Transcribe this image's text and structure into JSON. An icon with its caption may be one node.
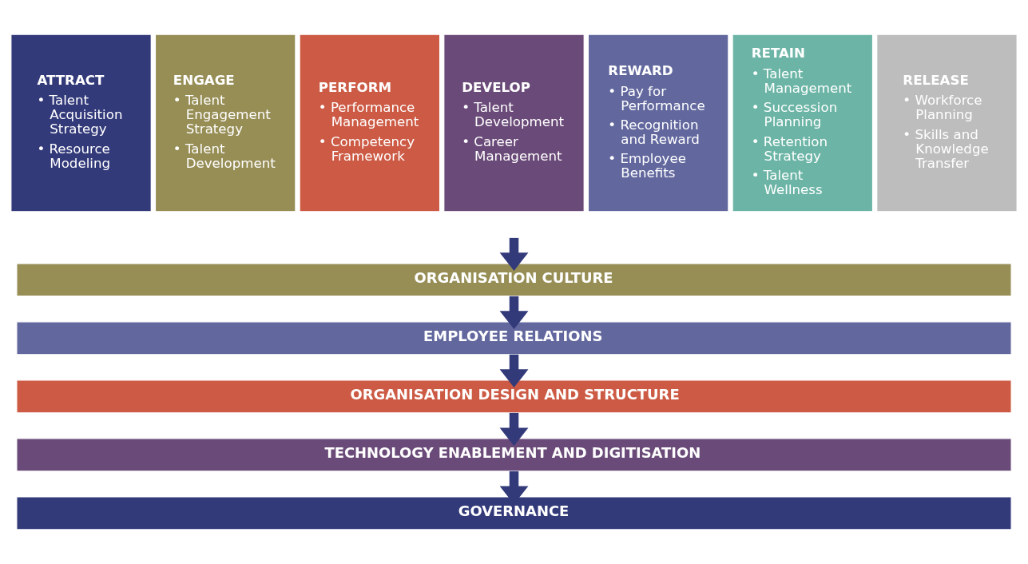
{
  "diagram": {
    "nodes": [
      {
        "text": [
          "ATTRACT",
          "• Talent Acquisition Strategy",
          "• Resource Modeling"
        ]
      },
      {
        "text": [
          "ENGAGE",
          "• Talent Engagement Strategy",
          "• Talent Development"
        ]
      },
      {
        "text": [
          "PERFORM",
          "• Performance Management",
          "• Competency Framework"
        ]
      },
      {
        "text": [
          "DEVELOP",
          "• Talent Development",
          "• Career Management"
        ]
      },
      {
        "text": [
          "REWARD",
          "• Pay for Performance",
          "• Recognition and Reward",
          "• Employee Benefits"
        ]
      },
      {
        "text": [
          "RETAIN",
          "• Talent Management",
          "• Succession Planning",
          "• Retention Strategy",
          "• Talent Wellness"
        ]
      },
      {
        "text": [
          "RELEASE",
          "• Workforce Planning",
          "• Skills and Knowledge Transfer"
        ]
      },
      {
        "text": [
          "ORGANISATION CULTURE"
        ]
      },
      {
        "text": [
          "EMPLOYEE RELATIONS"
        ]
      },
      {
        "text": [
          "ORGANISATION DESIGN AND STRUCTURE"
        ]
      },
      {
        "text": [
          "TECHNOLOGY ENABLEMENT AND DIGITISATION"
        ]
      },
      {
        "text": [
          "GOVERNANCE"
        ]
      }
    ],
    "edges": [
      {
        "from": null,
        "to": 7,
        "arrow": "to"
      },
      {
        "from": 7,
        "to": 8,
        "arrow": "to"
      },
      {
        "from": 8,
        "to": 9,
        "arrow": "to"
      },
      {
        "from": 9,
        "to": 10,
        "arrow": "to"
      },
      {
        "from": 10,
        "to": 11,
        "arrow": "to"
      }
    ]
  }
}
